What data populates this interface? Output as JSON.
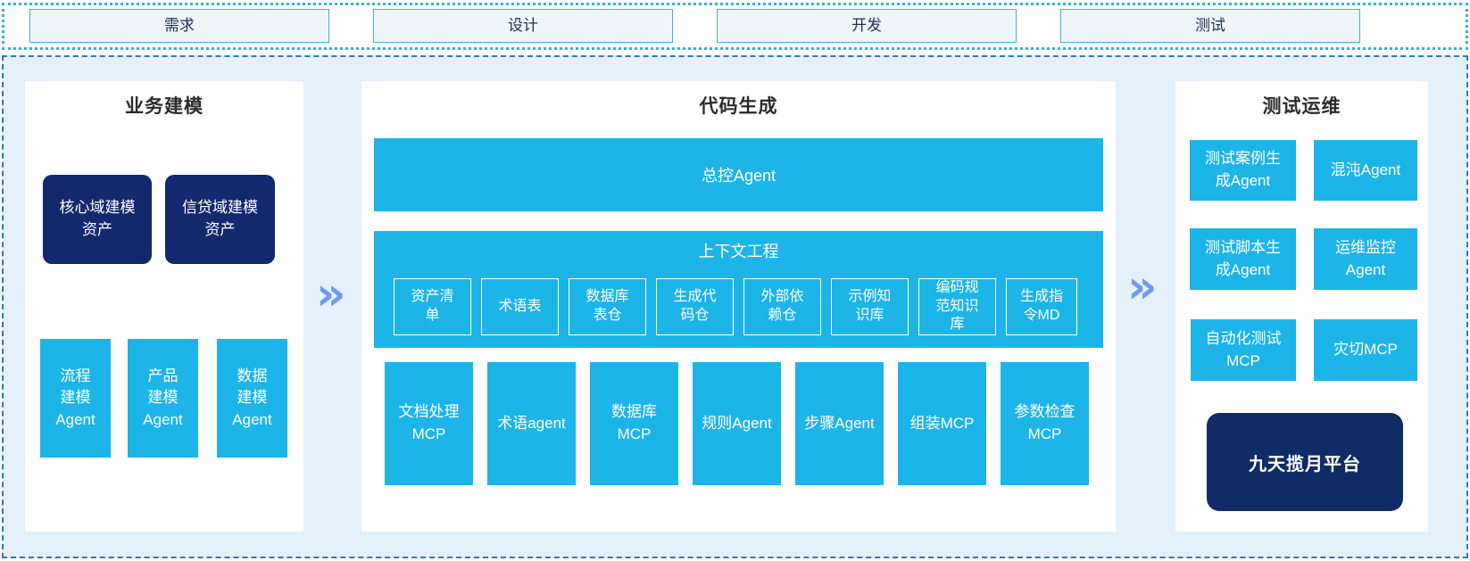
{
  "phase_bar": {
    "items": [
      {
        "label": "需求"
      },
      {
        "label": "设计"
      },
      {
        "label": "开发"
      },
      {
        "label": "测试"
      }
    ]
  },
  "arrow_glyph": "»",
  "business_modeling": {
    "title": "业务建模",
    "asset_boxes": [
      {
        "label": "核心域建模\n资产"
      },
      {
        "label": "信贷域建模\n资产"
      }
    ],
    "agent_boxes": [
      {
        "label": "流程\n建模\nAgent"
      },
      {
        "label": "产品\n建模\nAgent"
      },
      {
        "label": "数据\n建模\nAgent"
      }
    ]
  },
  "code_generation": {
    "title": "代码生成",
    "master_agent": "总控Agent",
    "context_engineering": {
      "title": "上下文工程",
      "items": [
        {
          "label": "资产清\n单"
        },
        {
          "label": "术语表"
        },
        {
          "label": "数据库\n表仓"
        },
        {
          "label": "生成代\n码仓"
        },
        {
          "label": "外部依\n赖仓"
        },
        {
          "label": "示例知\n识库"
        },
        {
          "label": "编码规\n范知识\n库"
        },
        {
          "label": "生成指\n令MD"
        }
      ]
    },
    "workers": [
      {
        "label": "文档处理\nMCP"
      },
      {
        "label": "术语agent"
      },
      {
        "label": "数据库\nMCP"
      },
      {
        "label": "规则Agent"
      },
      {
        "label": "步骤Agent"
      },
      {
        "label": "组装MCP"
      },
      {
        "label": "参数检查\nMCP"
      }
    ]
  },
  "test_ops": {
    "title": "测试运维",
    "boxes": [
      {
        "label": "测试案例生\n成Agent"
      },
      {
        "label": "混沌Agent"
      },
      {
        "label": "测试脚本生\n成Agent"
      },
      {
        "label": "运维监控\nAgent"
      },
      {
        "label": "自动化测试\nMCP"
      },
      {
        "label": "灾切MCP"
      }
    ],
    "platform": "九天揽月平台"
  },
  "colors": {
    "cyan": "#1db4e8",
    "navy": "#13296e",
    "platform_navy": "#102b66",
    "arrow_blue": "#6e9bf0",
    "strip_border": "#2db4dd",
    "main_border": "#3673bb",
    "main_bg": "#e4f1fa"
  }
}
